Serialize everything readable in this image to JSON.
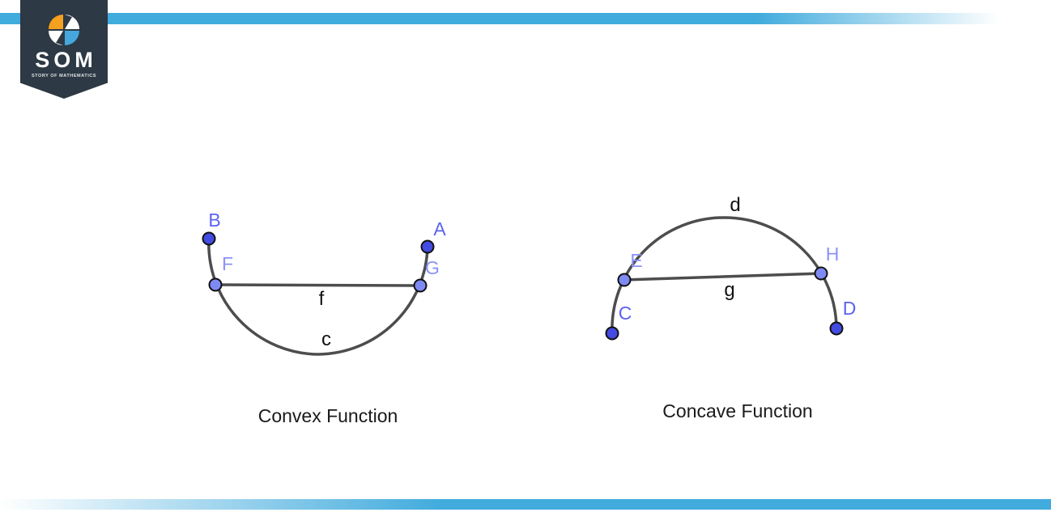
{
  "logo": {
    "brand": "SOM",
    "tagline": "STORY OF MATHEMATICS"
  },
  "colors": {
    "stripe_blue": "#41abdd",
    "badge_background": "#2d3944",
    "icon_orange": "#f5a01f",
    "icon_blue": "#45a7dc",
    "curve_stroke": "#4d4d4d",
    "endpoint_fill": "#444be1",
    "midpoint_fill": "#7e8af2",
    "endpoint_label": "#5c62f2",
    "midpoint_label": "#8a92f8",
    "letter_label": "#111111",
    "caption_text": "#1a1a1a"
  },
  "convex_figure": {
    "caption": "Convex Function",
    "chord_label": "f",
    "curve_label": "c",
    "point_labels": {
      "b": "B",
      "f": "F",
      "g": "G",
      "a": "A"
    }
  },
  "concave_figure": {
    "caption": "Concave Function",
    "chord_label": "g",
    "curve_label": "d",
    "point_labels": {
      "c": "C",
      "e": "E",
      "h": "H",
      "d": "D"
    }
  }
}
